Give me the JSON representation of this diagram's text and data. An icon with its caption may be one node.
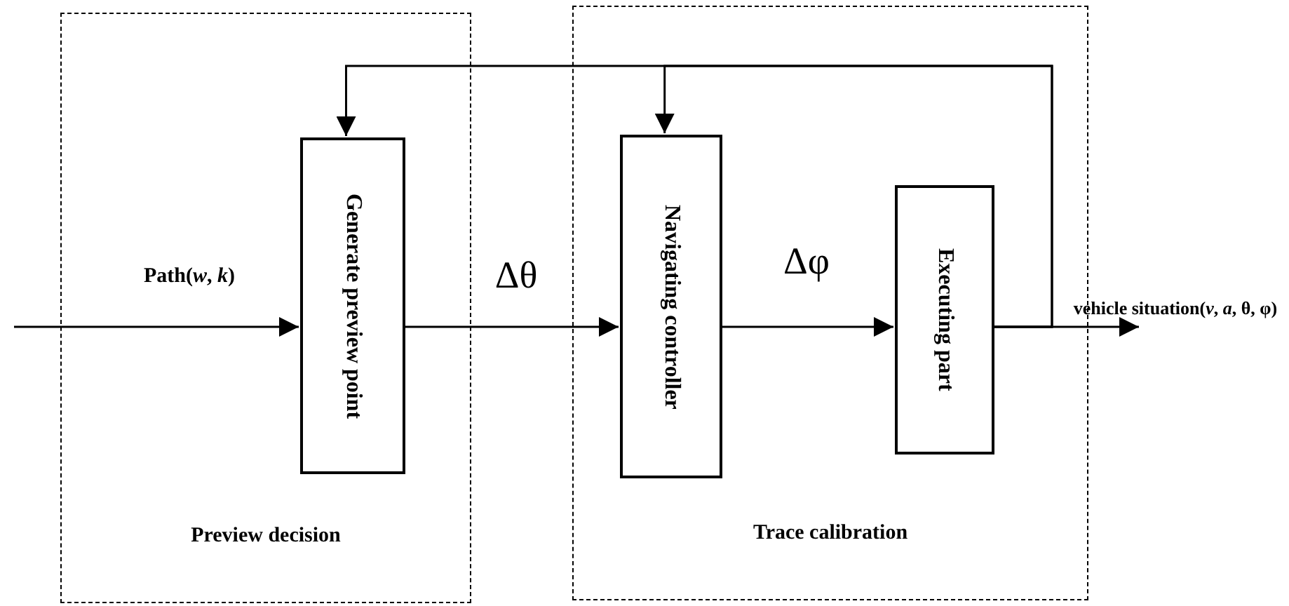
{
  "diagram": {
    "nodes": [
      {
        "text": [
          "Preview decision"
        ]
      },
      {
        "text": [
          "Generate preview point"
        ],
        "in": 0
      },
      {
        "text": [
          "Trace calibration"
        ]
      },
      {
        "text": [
          "Navigating controller"
        ],
        "in": 2
      },
      {
        "text": [
          "Executing part"
        ],
        "in": 2
      }
    ],
    "edges": [
      {
        "from": null,
        "to": 1,
        "arrow": "to",
        "label": "Path(*w*, *k*)"
      },
      {
        "from": 1,
        "to": 3,
        "arrow": "to",
        "label": "Δθ"
      },
      {
        "from": 3,
        "to": 4,
        "arrow": "to",
        "label": "Δφ"
      },
      {
        "from": 4,
        "to": null,
        "arrow": "to",
        "label": "vehicle situation(*v*, *a*, θ, φ)"
      },
      {
        "from": 4,
        "to": 1,
        "arrow": "to"
      },
      {
        "from": 4,
        "to": 3,
        "arrow": "to"
      }
    ]
  }
}
